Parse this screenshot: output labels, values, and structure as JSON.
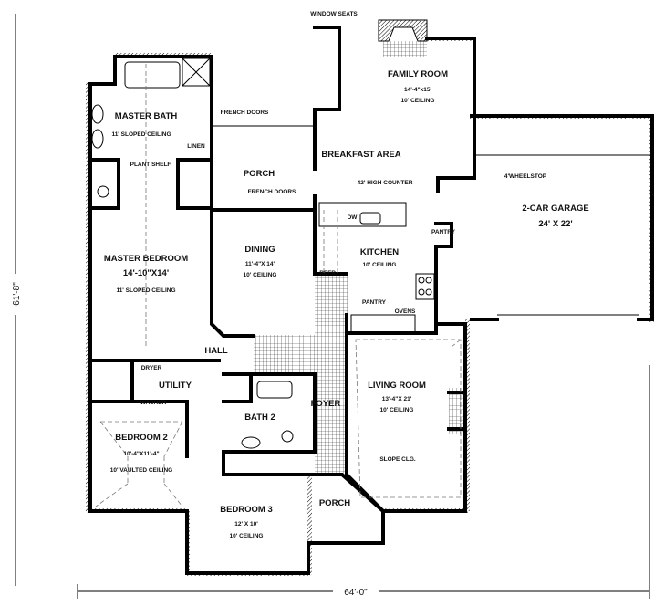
{
  "dimensions": {
    "depth": "61'-8\"",
    "width": "64'-0\""
  },
  "notes": {
    "window_seats": "WINDOW SEATS",
    "french_doors_top": "FRENCH DOORS",
    "french_doors_porch": "FRENCH DOORS",
    "plant_shelf": "PLANT SHELF",
    "linen": "LINEN",
    "high_counter": "42' HIGH COUNTER",
    "dw": "DW",
    "pantry_1": "PANTRY",
    "pantry_2": "PANTRY",
    "refr": "REFR.",
    "ovens": "OVENS",
    "wheelstop": "4'WHEELSTOP",
    "dryer": "DRYER",
    "washer": "WASHER",
    "slope_clg": "SLOPE CLG."
  },
  "rooms": {
    "family_room": {
      "name": "FAMILY ROOM",
      "size": "14'-4\"x15'",
      "ceiling": "10' CEILING"
    },
    "master_bath": {
      "name": "MASTER BATH",
      "ceiling": "11' SLOPED CEILING"
    },
    "porch_rear": {
      "name": "PORCH"
    },
    "breakfast": {
      "name": "BREAKFAST AREA"
    },
    "kitchen": {
      "name": "KITCHEN",
      "ceiling": "10' CEILING"
    },
    "garage": {
      "name": "2-CAR GARAGE",
      "size": "24' X 22'"
    },
    "master_bedroom": {
      "name": "MASTER BEDROOM",
      "size": "14'-10\"X14'",
      "ceiling": "11' SLOPED CEILING"
    },
    "dining": {
      "name": "DINING",
      "size": "11'-4\"X 14'",
      "ceiling": "10' CEILING"
    },
    "hall": {
      "name": "HALL"
    },
    "utility": {
      "name": "UTILITY"
    },
    "bath2": {
      "name": "BATH 2"
    },
    "foyer": {
      "name": "FOYER"
    },
    "living_room": {
      "name": "LIVING ROOM",
      "size": "13'-4\"X 21'",
      "ceiling": "10' CEILING"
    },
    "bedroom2": {
      "name": "BEDROOM 2",
      "size": "10'-4\"X11'-4\"",
      "ceiling": "10' VAULTED CEILING"
    },
    "bedroom3": {
      "name": "BEDROOM 3",
      "size": "12' X 10'",
      "ceiling": "10' CEILING"
    },
    "porch_front": {
      "name": "PORCH"
    }
  }
}
